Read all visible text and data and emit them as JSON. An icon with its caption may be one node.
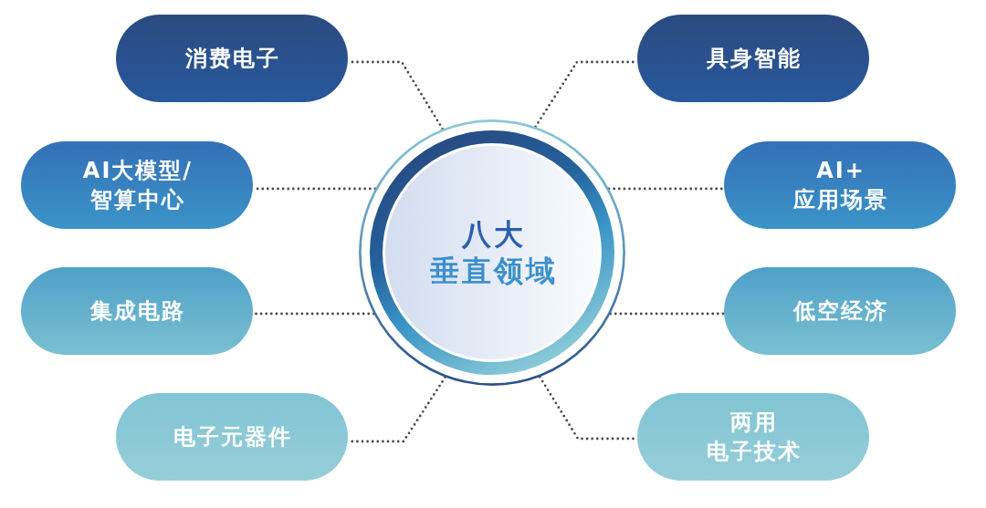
{
  "diagram": {
    "nodes": [
      {
        "text": [
          "八大垂直领域"
        ]
      },
      {
        "text": [
          "消费电子"
        ]
      },
      {
        "text": [
          "具身智能"
        ]
      },
      {
        "text": [
          "AI大模型/智算中心"
        ]
      },
      {
        "text": [
          "AI+应用场景"
        ]
      },
      {
        "text": [
          "集成电路"
        ]
      },
      {
        "text": [
          "低空经济"
        ]
      },
      {
        "text": [
          "电子元器件"
        ]
      },
      {
        "text": [
          "两用电子技术"
        ]
      }
    ],
    "edges": [
      {
        "from": 0,
        "to": 1,
        "arrow": "none",
        "style": "dashed"
      },
      {
        "from": 0,
        "to": 2,
        "arrow": "none",
        "style": "dashed"
      },
      {
        "from": 0,
        "to": 3,
        "arrow": "none",
        "style": "dashed"
      },
      {
        "from": 0,
        "to": 4,
        "arrow": "none",
        "style": "dashed"
      },
      {
        "from": 0,
        "to": 5,
        "arrow": "none",
        "style": "dashed"
      },
      {
        "from": 0,
        "to": 6,
        "arrow": "none",
        "style": "dashed"
      },
      {
        "from": 0,
        "to": 7,
        "arrow": "none",
        "style": "dashed"
      },
      {
        "from": 0,
        "to": 8,
        "arrow": "none",
        "style": "dashed"
      }
    ]
  }
}
